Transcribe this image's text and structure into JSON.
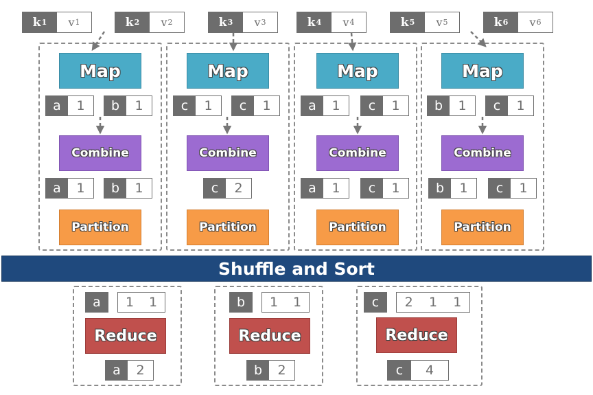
{
  "inputs": [
    {
      "k": "k",
      "ksub": "1",
      "v": "v",
      "vsub": "1"
    },
    {
      "k": "k",
      "ksub": "2",
      "v": "v",
      "vsub": "2"
    },
    {
      "k": "k",
      "ksub": "3",
      "v": "v",
      "vsub": "3"
    },
    {
      "k": "k",
      "ksub": "4",
      "v": "v",
      "vsub": "4"
    },
    {
      "k": "k",
      "ksub": "5",
      "v": "v",
      "vsub": "5"
    },
    {
      "k": "k",
      "ksub": "6",
      "v": "v",
      "vsub": "6"
    }
  ],
  "mappers": [
    {
      "map_label": "Map",
      "map_out": [
        [
          "a",
          "1"
        ],
        [
          "b",
          "1"
        ]
      ],
      "combine_label": "Combine",
      "combine_out": [
        [
          "a",
          "1"
        ],
        [
          "b",
          "1"
        ]
      ],
      "partition_label": "Partition"
    },
    {
      "map_label": "Map",
      "map_out": [
        [
          "c",
          "1"
        ],
        [
          "c",
          "1"
        ]
      ],
      "combine_label": "Combine",
      "combine_out": [
        [
          "c",
          "2"
        ]
      ],
      "partition_label": "Partition"
    },
    {
      "map_label": "Map",
      "map_out": [
        [
          "a",
          "1"
        ],
        [
          "c",
          "1"
        ]
      ],
      "combine_label": "Combine",
      "combine_out": [
        [
          "a",
          "1"
        ],
        [
          "c",
          "1"
        ]
      ],
      "partition_label": "Partition"
    },
    {
      "map_label": "Map",
      "map_out": [
        [
          "b",
          "1"
        ],
        [
          "c",
          "1"
        ]
      ],
      "combine_label": "Combine",
      "combine_out": [
        [
          "b",
          "1"
        ],
        [
          "c",
          "1"
        ]
      ],
      "partition_label": "Partition"
    }
  ],
  "shuffle_label": "Shuffle and Sort",
  "reducers": [
    {
      "key": "a",
      "values": [
        "1",
        "1"
      ],
      "label": "Reduce",
      "out_key": "a",
      "out_value": "2"
    },
    {
      "key": "b",
      "values": [
        "1",
        "1"
      ],
      "label": "Reduce",
      "out_key": "b",
      "out_value": "2"
    },
    {
      "key": "c",
      "values": [
        "2",
        "1",
        "1"
      ],
      "label": "Reduce",
      "out_key": "c",
      "out_value": "4"
    }
  ]
}
